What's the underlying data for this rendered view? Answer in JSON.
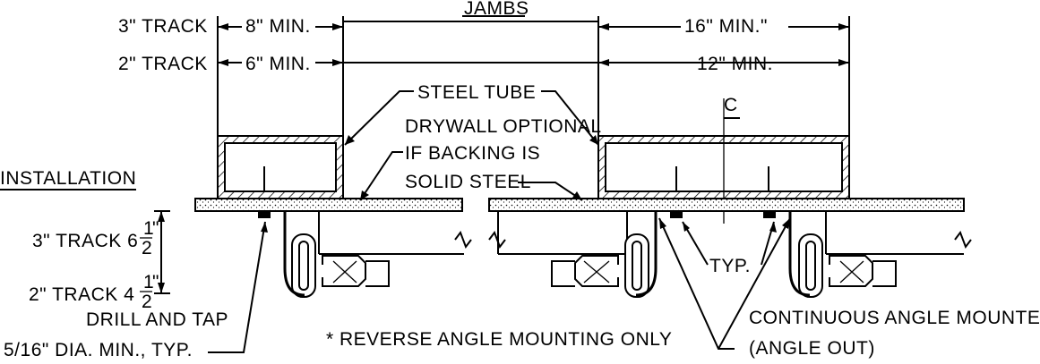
{
  "labels": {
    "track3": "3\" TRACK",
    "track2": "2\" TRACK",
    "min8": "8\" MIN.",
    "min6": "6\" MIN.",
    "jambs": "JAMBS",
    "min16": "16\" MIN.\"",
    "min12": "12\" MIN.",
    "steel_tube": "STEEL TUBE",
    "drywall_1": "DRYWALL OPTIONAL",
    "drywall_2": "IF BACKING IS",
    "drywall_3": "SOLID STEEL",
    "installation": "INSTALLATION",
    "track3_dim": "3\" TRACK 6",
    "track2_dim": "2\" TRACK 4",
    "frac_num": "1",
    "frac_den": "2",
    "inch_mark": "\"",
    "drill_1": "DRILL AND TAP",
    "drill_2": "5/16\" DIA. MIN., TYP.",
    "reverse": "* REVERSE ANGLE MOUNTING ONLY",
    "typ": "TYP.",
    "cont_1": "CONTINUOUS ANGLE MOUNTED",
    "cont_2": "(ANGLE OUT)",
    "centerline": "C"
  }
}
